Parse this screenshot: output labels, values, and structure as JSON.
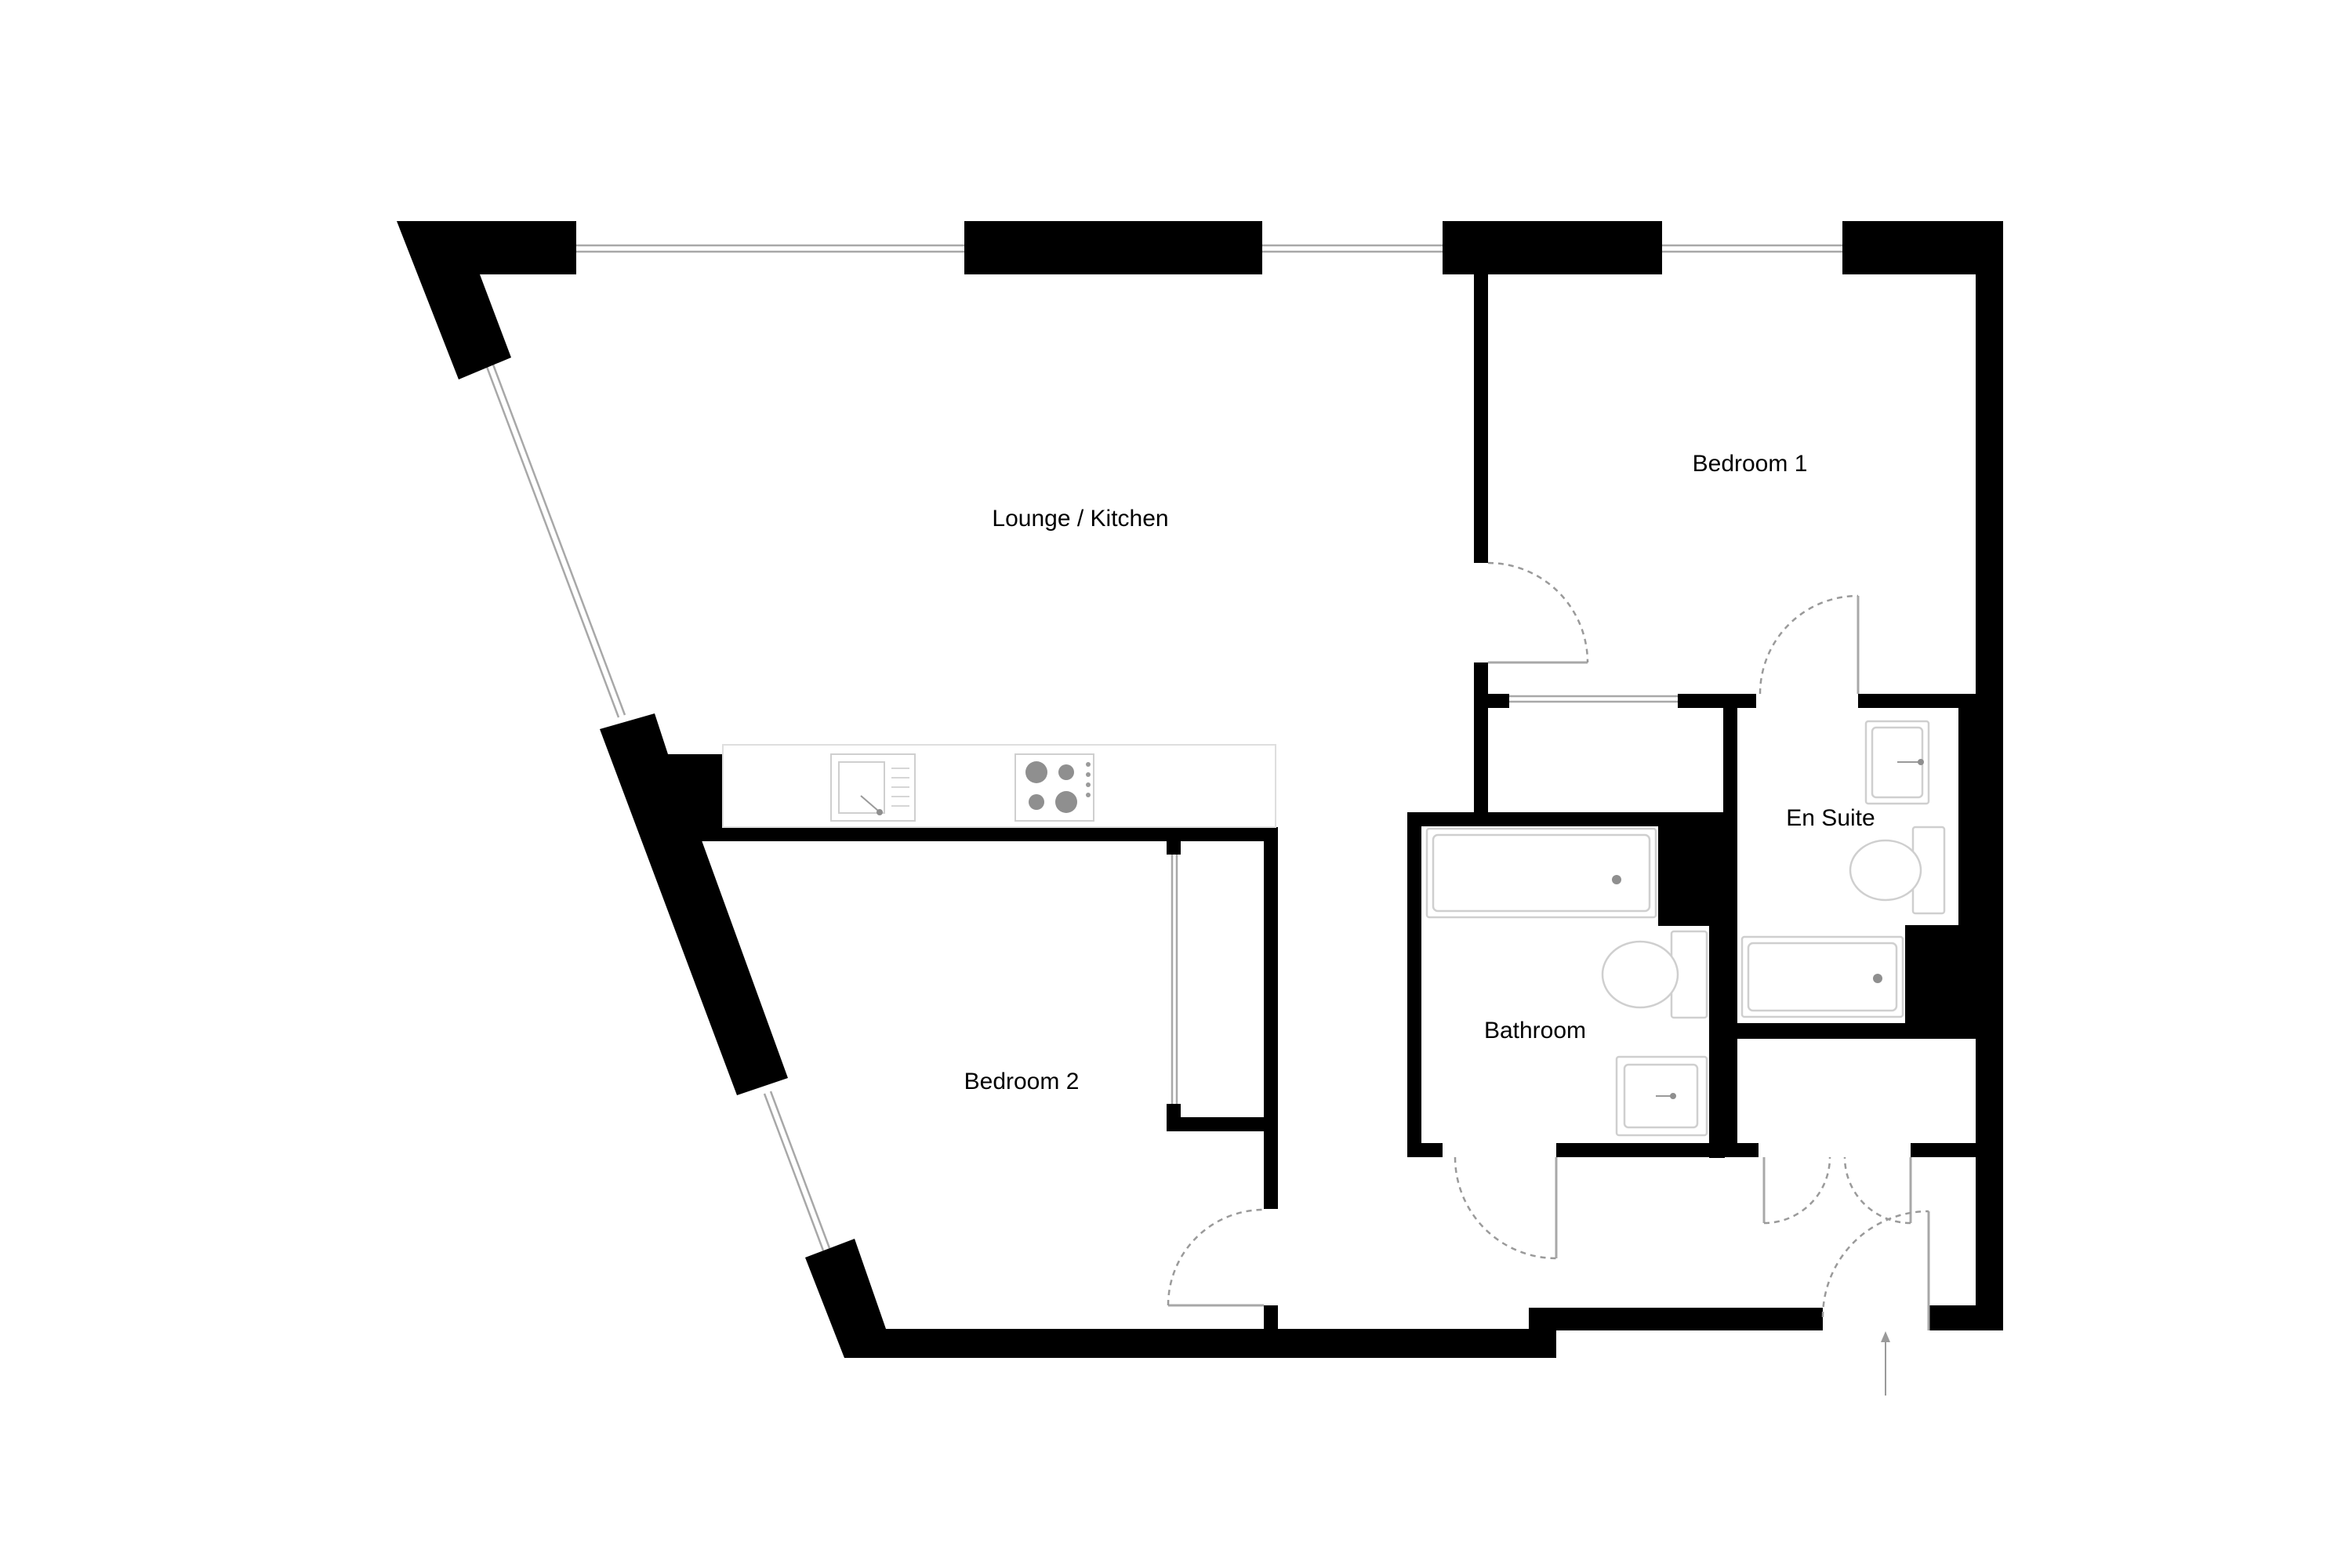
{
  "floor_plan": {
    "rooms": {
      "lounge_kitchen": "Lounge / Kitchen",
      "bedroom_1": "Bedroom 1",
      "bedroom_2": "Bedroom 2",
      "bathroom": "Bathroom",
      "en_suite": "En Suite"
    },
    "colors": {
      "wall": "#000000",
      "fixture_outline": "#cfcfcf",
      "door_swing": "#9a9a9a",
      "fixture_dot": "#8f8f8f"
    },
    "icons": [
      "entrance-arrow-icon",
      "hob-icon",
      "sink-icon",
      "bathtub-icon",
      "toilet-icon",
      "basin-icon"
    ]
  }
}
